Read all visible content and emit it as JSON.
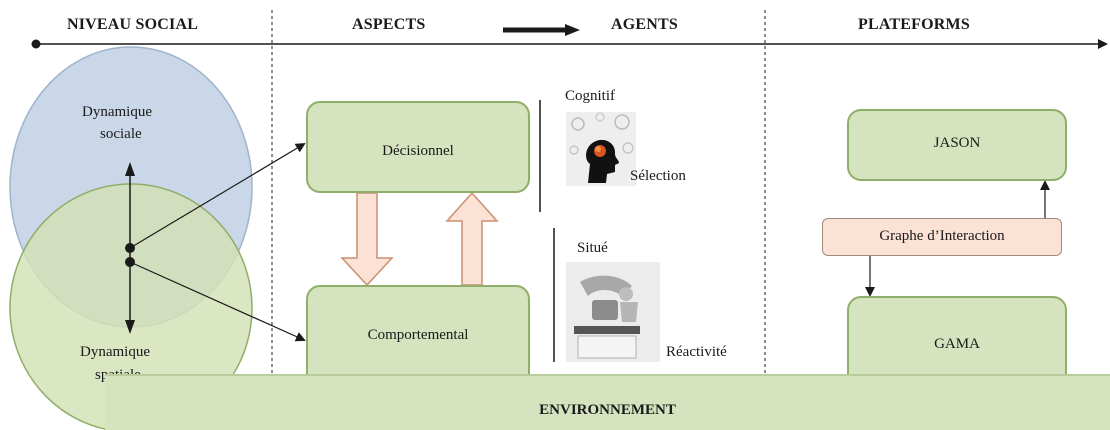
{
  "headers": {
    "niveau_social": "NIVEAU SOCIAL",
    "aspects": "ASPECTS",
    "agents": "AGENTS",
    "plateforms": "PLATEFORMS"
  },
  "social": {
    "dynamique_sociale_line1": "Dynamique",
    "dynamique_sociale_line2": "sociale",
    "dynamique_spatiale_line1": "Dynamique",
    "dynamique_spatiale_line2": "spatiale"
  },
  "aspects": {
    "decisionnel": "Décisionnel",
    "comportemental": "Comportemental"
  },
  "agents": {
    "cognitif": "Cognitif",
    "selection": "Sélection",
    "situe": "Situé",
    "reactivite": "Réactivité"
  },
  "plateforms": {
    "jason": "JASON",
    "graphe": "Graphe d’Interaction",
    "gama": "GAMA"
  },
  "environment": {
    "label": "ENVIRONNEMENT"
  },
  "colors": {
    "blue_circle": "#c9d7e8",
    "green_circle": "#d3e0b6",
    "box_fill": "#d5e3bf",
    "box_border": "#8fae69",
    "block_arrow_fill": "#fbe2d4",
    "block_arrow_border": "#c98f70"
  },
  "icons": [
    "brain-head-icon",
    "person-machine-icon"
  ]
}
